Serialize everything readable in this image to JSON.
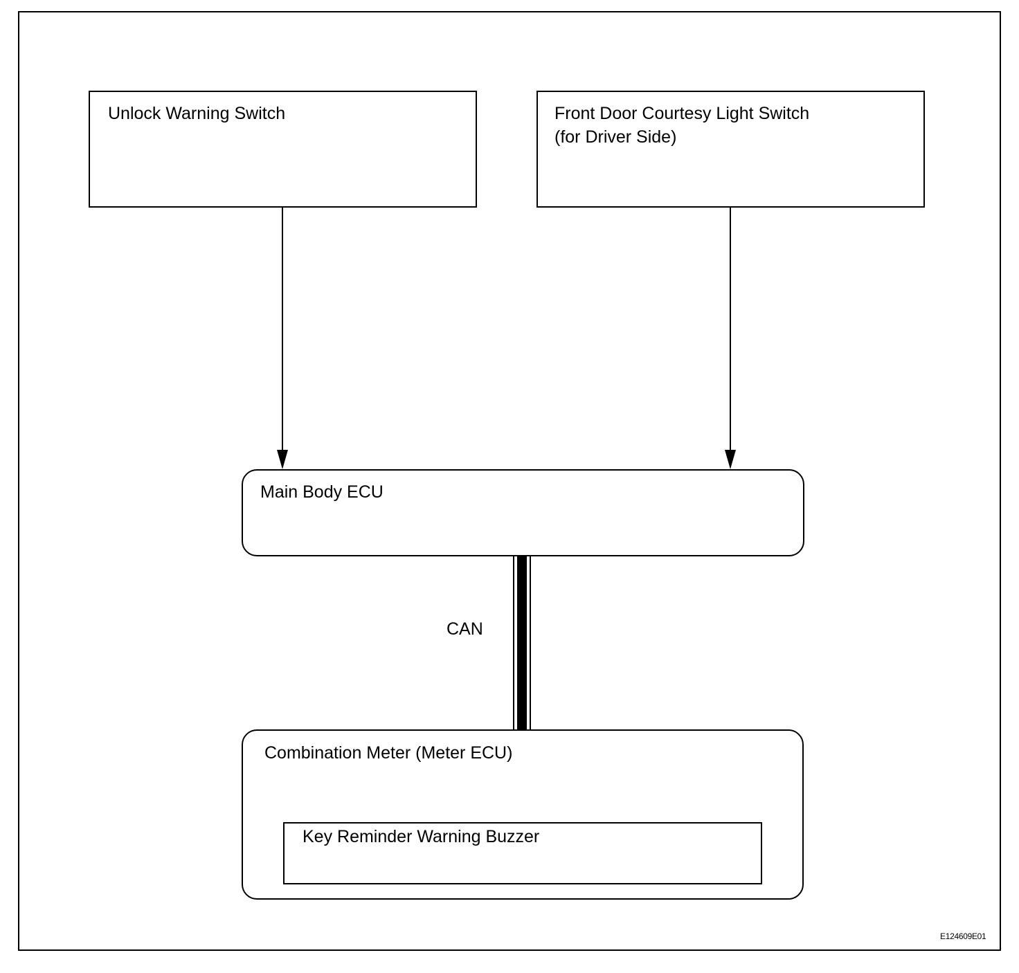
{
  "diagram": {
    "nodes": {
      "unlock_warning_switch": "Unlock Warning Switch",
      "front_door_switch_line1": "Front Door Courtesy Light Switch",
      "front_door_switch_line2": "(for Driver Side)",
      "main_body_ecu": "Main Body ECU",
      "combination_meter": "Combination Meter (Meter ECU)",
      "key_reminder_buzzer": "Key Reminder Warning Buzzer"
    },
    "connections": [
      {
        "from": "unlock_warning_switch",
        "to": "main_body_ecu",
        "type": "arrow"
      },
      {
        "from": "front_door_switch",
        "to": "main_body_ecu",
        "type": "arrow"
      },
      {
        "from": "main_body_ecu",
        "to": "combination_meter",
        "type": "bus",
        "label": "CAN"
      }
    ],
    "can_label": "CAN",
    "figure_code": "E124609E01"
  }
}
